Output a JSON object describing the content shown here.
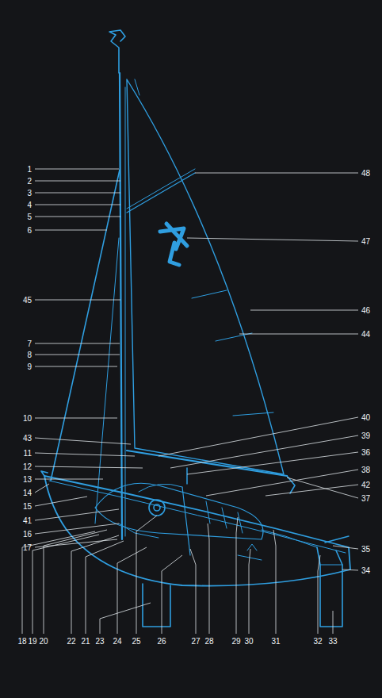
{
  "diagram": {
    "labels": [
      "1",
      "2",
      "3",
      "4",
      "5",
      "6",
      "45",
      "7",
      "8",
      "9",
      "10",
      "43",
      "11",
      "12",
      "13",
      "14",
      "15",
      "41",
      "16",
      "17",
      "18",
      "19",
      "20",
      "22",
      "21",
      "23",
      "24",
      "25",
      "26",
      "27",
      "28",
      "29",
      "30",
      "31",
      "32",
      "33",
      "48",
      "47",
      "46",
      "44",
      "40",
      "39",
      "36",
      "38",
      "42",
      "37",
      "35",
      "34"
    ]
  }
}
